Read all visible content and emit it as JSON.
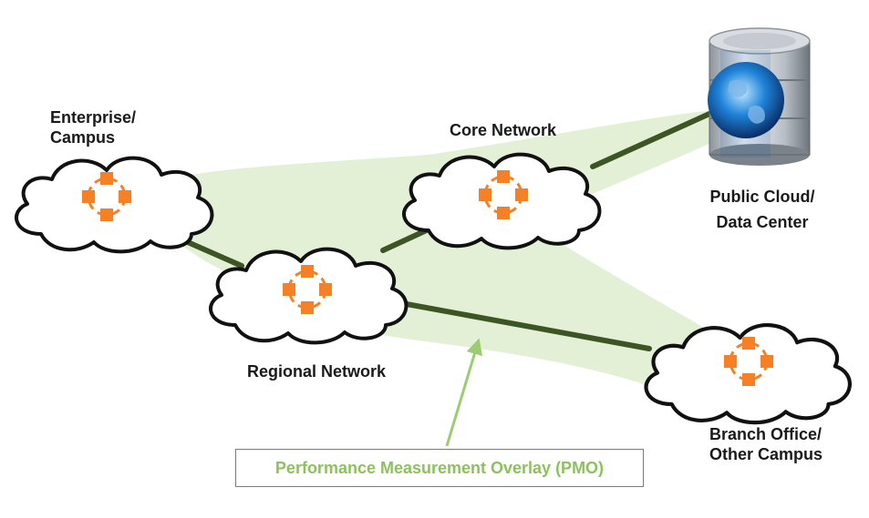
{
  "nodes": {
    "enterprise": {
      "line1": "Enterprise/",
      "line2": "Campus"
    },
    "core": {
      "label": "Core Network"
    },
    "regional": {
      "label": "Regional Network"
    },
    "cloud": {
      "line1": "Public Cloud/",
      "line2": "Data Center"
    },
    "branch": {
      "line1": "Branch Office/",
      "line2": "Other Campus"
    }
  },
  "pmo": {
    "label": "Performance Measurement Overlay (PMO)"
  },
  "colors": {
    "overlay": "#e3efd4",
    "link": "#3d5424",
    "node": "#f58025",
    "pmo_text": "#8cc15e",
    "arrow": "#9ccc72"
  },
  "icons": {
    "cloud": "cloud-icon",
    "router": "node-ring-icon",
    "database": "database-globe-icon"
  }
}
